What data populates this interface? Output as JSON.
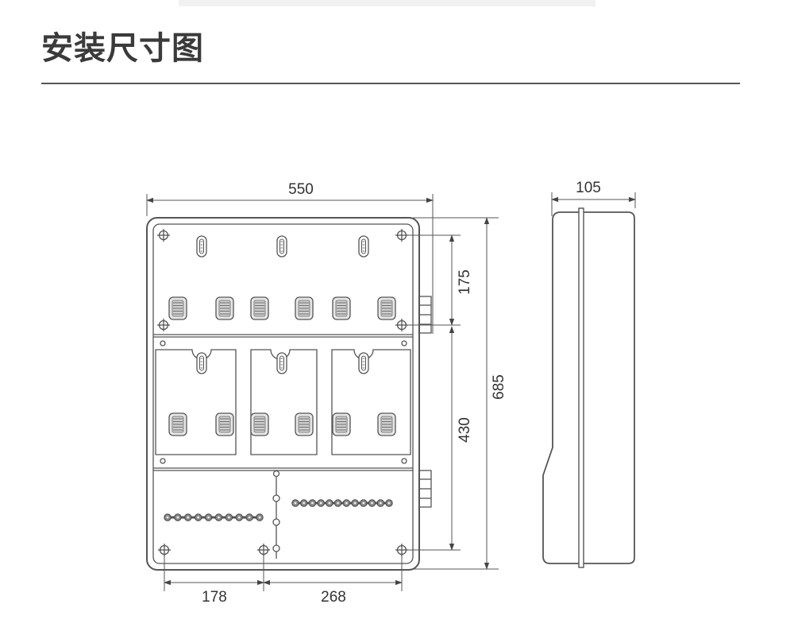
{
  "header": {
    "title": "安装尺寸图"
  },
  "dimensions": {
    "overall_width": "550",
    "depth": "105",
    "overall_height": "685",
    "upper_section_height": "175",
    "lower_section_height": "430",
    "bottom_left_spacing": "178",
    "bottom_right_spacing": "268"
  }
}
